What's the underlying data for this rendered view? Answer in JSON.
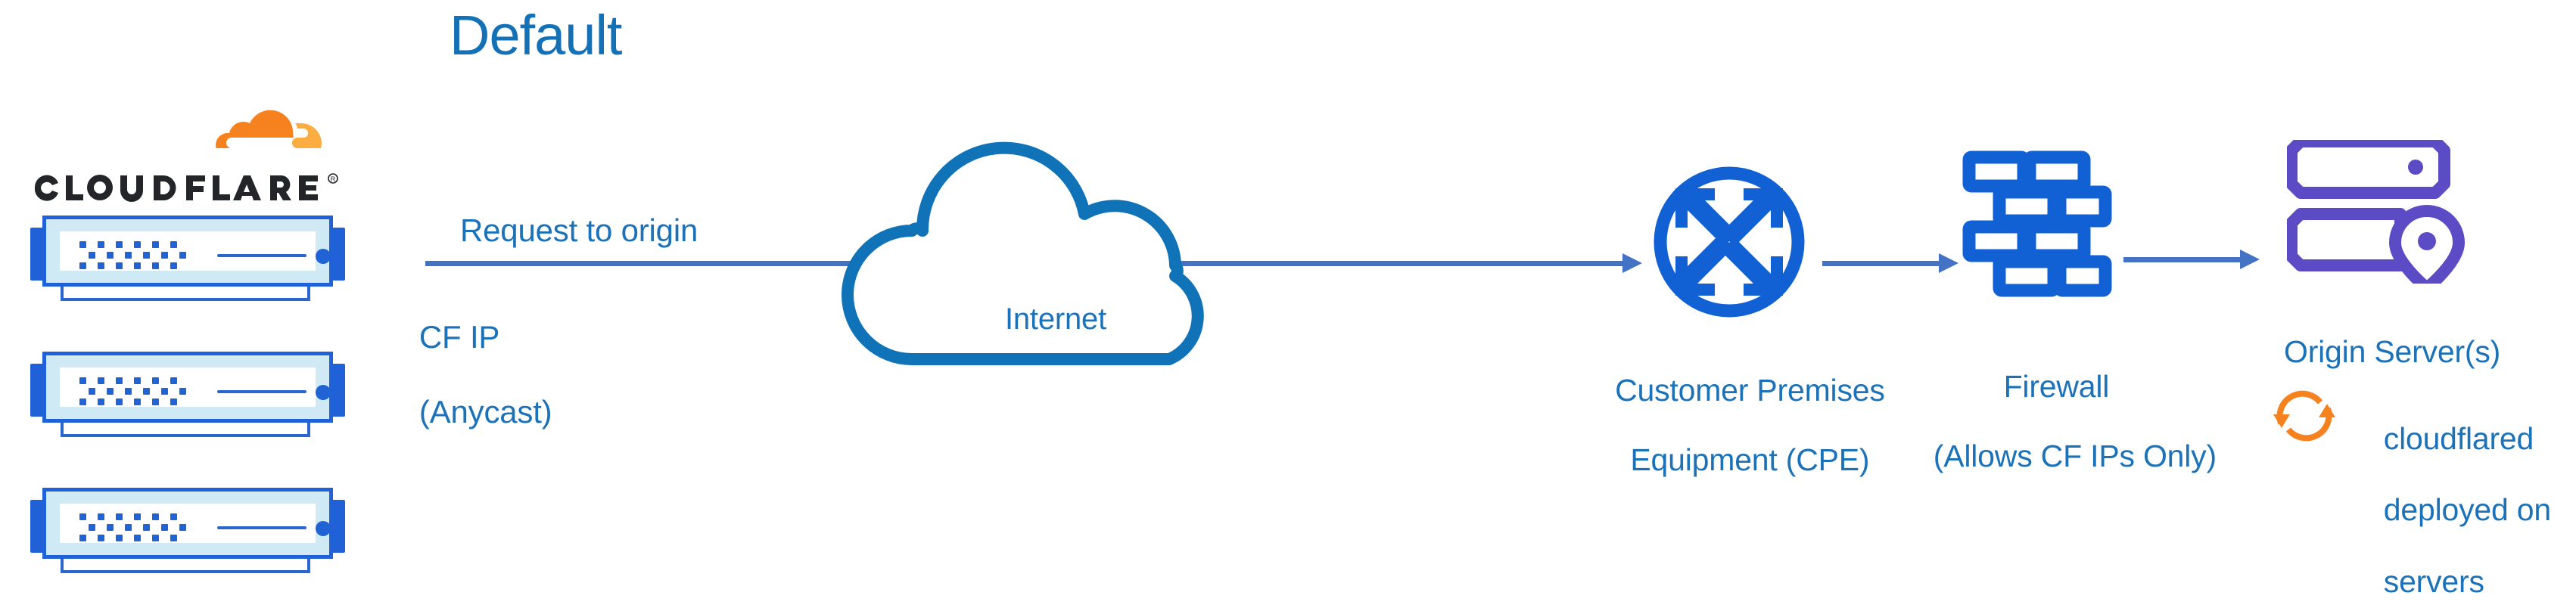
{
  "diagram": {
    "title": "Default",
    "title_color": "#1471b5",
    "text_color": "#1c72b8",
    "arrow_color": "#4472c4",
    "cloudflare_blue": "#2061d8",
    "cloudflare_orange": "#f6821f",
    "origin_purple": "#5b4bc4"
  },
  "brand": {
    "logo_wordmark": "CLOUDFLARE",
    "logo_registered": "®",
    "logo_icon": "cloudflare-cloud-logo"
  },
  "nodes": {
    "edge_servers": {
      "name": "cloudflare-edge-servers",
      "count": 3,
      "icon": "server-rack-icon"
    },
    "internet": {
      "label": "Internet",
      "icon": "cloud-icon"
    },
    "cpe": {
      "label_line1": "Customer Premises",
      "label_line2": "Equipment (CPE)",
      "icon": "router-icon"
    },
    "firewall": {
      "label_line1": "Firewall",
      "label_line2": "(Allows CF IPs Only)",
      "icon": "brick-wall-icon"
    },
    "origin": {
      "label": "Origin Server(s)",
      "icon": "server-location-pin-icon",
      "note_icon": "refresh-cycle-icon",
      "note_line1": "cloudflared",
      "note_line2": "deployed on",
      "note_line3": "servers"
    }
  },
  "flow": {
    "request_label": "Request to origin",
    "source_line1": "CF IP",
    "source_line2": "(Anycast)",
    "arrows": [
      {
        "name": "edge-to-cpe",
        "from": "cloudflare-edge-servers",
        "to": "customer-premises-equipment"
      },
      {
        "name": "cpe-to-firewall",
        "from": "customer-premises-equipment",
        "to": "firewall"
      },
      {
        "name": "firewall-to-origin",
        "from": "firewall",
        "to": "origin-server"
      }
    ]
  }
}
